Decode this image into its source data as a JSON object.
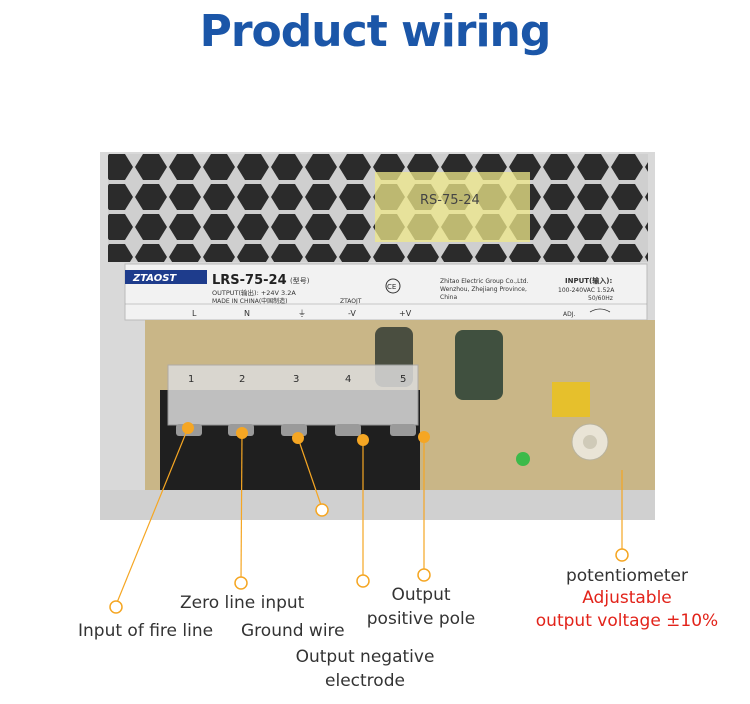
{
  "title": "Product wiring",
  "device": {
    "brand_logo": "ZTAOST",
    "model": "LRS-75-24",
    "model_tag": "(型号)",
    "output_line": "OUTPUT(输出): +24V 3.2A",
    "made_in": "MADE IN CHINA(中国制造)",
    "maker_mark": "ZTAOJT",
    "company_lines": [
      "Zhitao Electric Group Co.,Ltd.",
      "Wenzhou, Zhejiang Province,",
      "China"
    ],
    "input_title": "INPUT(输入):",
    "input_spec": "100-240VAC 1.52A",
    "input_freq": "50/60Hz",
    "terminal_labels": [
      "L",
      "N",
      "⏚",
      "-V",
      "+V"
    ],
    "adj_label": "ADJ.",
    "inner_label": "RS-75-24",
    "terminal_numbers": [
      "1",
      "2",
      "3",
      "4",
      "5"
    ]
  },
  "labels": {
    "fire_line": "Input of fire line",
    "zero_line": "Zero line input",
    "ground": "Ground wire",
    "output_negative_1": "Output  negative",
    "output_negative_2": "electrode",
    "output_positive_1": "Output",
    "output_positive_2": "positive pole",
    "potentiometer": "potentiometer",
    "adjustable": "Adjustable",
    "output_voltage": "output voltage ±10%"
  },
  "colors": {
    "title": "#1b56a8",
    "marker": "#f5a623",
    "accent_red": "#e2231a"
  }
}
